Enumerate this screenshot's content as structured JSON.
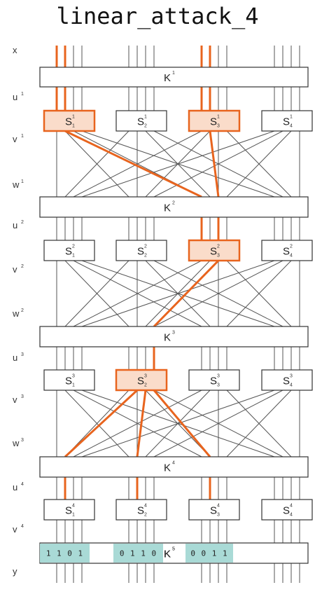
{
  "title": "linear_attack_4",
  "colors": {
    "wire": "#555555",
    "highlight": "#e8641e",
    "highlight_fill": "#fadcca",
    "box_stroke": "#333333",
    "key_bits_fill": "#a9dad6"
  },
  "row_labels": [
    {
      "base": "x",
      "sup": ""
    },
    {
      "base": "u",
      "sup": "1"
    },
    {
      "base": "v",
      "sup": "1"
    },
    {
      "base": "w",
      "sup": "1"
    },
    {
      "base": "u",
      "sup": "2"
    },
    {
      "base": "v",
      "sup": "2"
    },
    {
      "base": "w",
      "sup": "2"
    },
    {
      "base": "u",
      "sup": "3"
    },
    {
      "base": "v",
      "sup": "3"
    },
    {
      "base": "w",
      "sup": "3"
    },
    {
      "base": "u",
      "sup": "4"
    },
    {
      "base": "v",
      "sup": "4"
    },
    {
      "base": "y",
      "sup": ""
    }
  ],
  "key_boxes": [
    {
      "base": "K",
      "sup": "1"
    },
    {
      "base": "K",
      "sup": "2"
    },
    {
      "base": "K",
      "sup": "3"
    },
    {
      "base": "K",
      "sup": "4"
    },
    {
      "base": "K",
      "sup": "5"
    }
  ],
  "sbox_rounds": [
    {
      "round": "1",
      "boxes": [
        "1",
        "2",
        "3",
        "4"
      ],
      "active": [
        "1",
        "3"
      ]
    },
    {
      "round": "2",
      "boxes": [
        "1",
        "2",
        "3",
        "4"
      ],
      "active": [
        "3"
      ]
    },
    {
      "round": "3",
      "boxes": [
        "1",
        "2",
        "3",
        "4"
      ],
      "active": [
        "2"
      ]
    },
    {
      "round": "4",
      "boxes": [
        "1",
        "2",
        "3",
        "4"
      ],
      "active": []
    }
  ],
  "key5_bits": [
    "1 1 0 1",
    "0 1 1 0",
    "0 0 1 1"
  ]
}
